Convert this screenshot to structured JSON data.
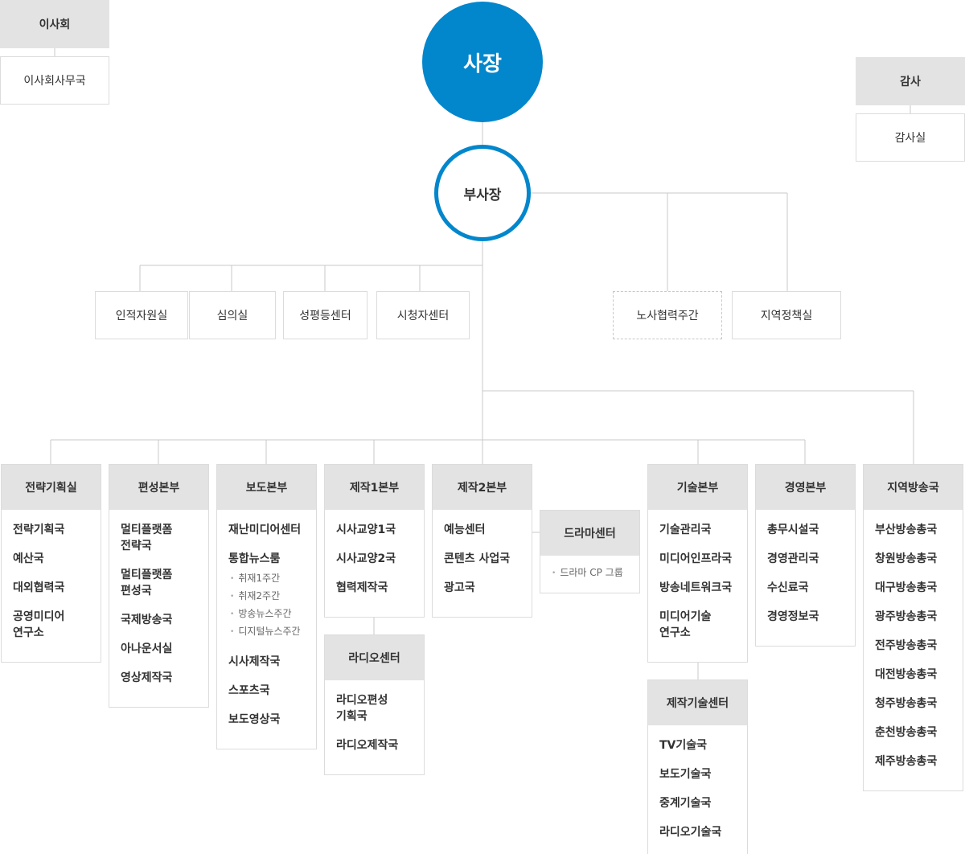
{
  "board": {
    "title": "이사회",
    "office": "이사회사무국"
  },
  "audit": {
    "title": "감사",
    "office": "감사실"
  },
  "ceo": {
    "label": "사장"
  },
  "vp": {
    "label": "부사장"
  },
  "staff_left": [
    "인적자원실",
    "심의실",
    "성평등센터",
    "시청자센터"
  ],
  "staff_right": [
    "노사협력주간",
    "지역정책실"
  ],
  "divisions": {
    "strategy": {
      "title": "전략기획실",
      "items": [
        "전략기획국",
        "예산국",
        "대외협력국",
        "공영미디어\n연구소"
      ]
    },
    "programming": {
      "title": "편성본부",
      "items": [
        "멀티플랫폼\n전략국",
        "멀티플랫폼\n편성국",
        "국제방송국",
        "아나운서실",
        "영상제작국"
      ]
    },
    "news": {
      "title": "보도본부",
      "items": [
        "재난미디어센터",
        "통합뉴스룸",
        "시사제작국",
        "스포츠국",
        "보도영상국"
      ],
      "newsroom_subs": [
        "취재1주간",
        "취재2주간",
        "방송뉴스주간",
        "디지털뉴스주간"
      ]
    },
    "prod1": {
      "title": "제작1본부",
      "items": [
        "시사교양1국",
        "시사교양2국",
        "협력제작국"
      ]
    },
    "radio": {
      "title": "라디오센터",
      "items": [
        "라디오편성\n기획국",
        "라디오제작국"
      ]
    },
    "prod2": {
      "title": "제작2본부",
      "items": [
        "예능센터",
        "콘텐츠 사업국",
        "광고국"
      ]
    },
    "drama": {
      "title": "드라마센터",
      "note": "드라마 CP 그룹"
    },
    "tech": {
      "title": "기술본부",
      "items": [
        "기술관리국",
        "미디어인프라국",
        "방송네트워크국",
        "미디어기술\n연구소"
      ]
    },
    "prodtech": {
      "title": "제작기술센터",
      "items": [
        "TV기술국",
        "보도기술국",
        "중계기술국",
        "라디오기술국"
      ]
    },
    "mgmt": {
      "title": "경영본부",
      "items": [
        "총무시설국",
        "경영관리국",
        "수신료국",
        "경영정보국"
      ]
    },
    "regional": {
      "title": "지역방송국",
      "items": [
        "부산방송총국",
        "창원방송총국",
        "대구방송총국",
        "광주방송총국",
        "전주방송총국",
        "대전방송총국",
        "청주방송총국",
        "춘천방송총국",
        "제주방송총국"
      ]
    }
  },
  "colors": {
    "accent": "#0286cc",
    "header_bg": "#e3e3e4",
    "line": "#c8c8c8"
  }
}
